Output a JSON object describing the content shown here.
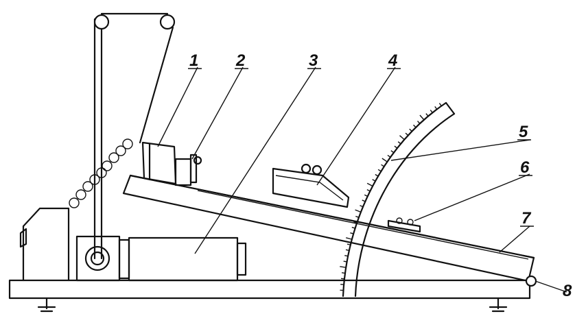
{
  "figure": {
    "callouts": [
      {
        "id": "callout-1",
        "label": "1"
      },
      {
        "id": "callout-2",
        "label": "2"
      },
      {
        "id": "callout-3",
        "label": "3"
      },
      {
        "id": "callout-4",
        "label": "4"
      },
      {
        "id": "callout-5",
        "label": "5"
      },
      {
        "id": "callout-6",
        "label": "6"
      },
      {
        "id": "callout-7",
        "label": "7"
      },
      {
        "id": "callout-8",
        "label": "8"
      }
    ]
  },
  "colors": {
    "ink": "#111111",
    "paper": "#ffffff"
  }
}
